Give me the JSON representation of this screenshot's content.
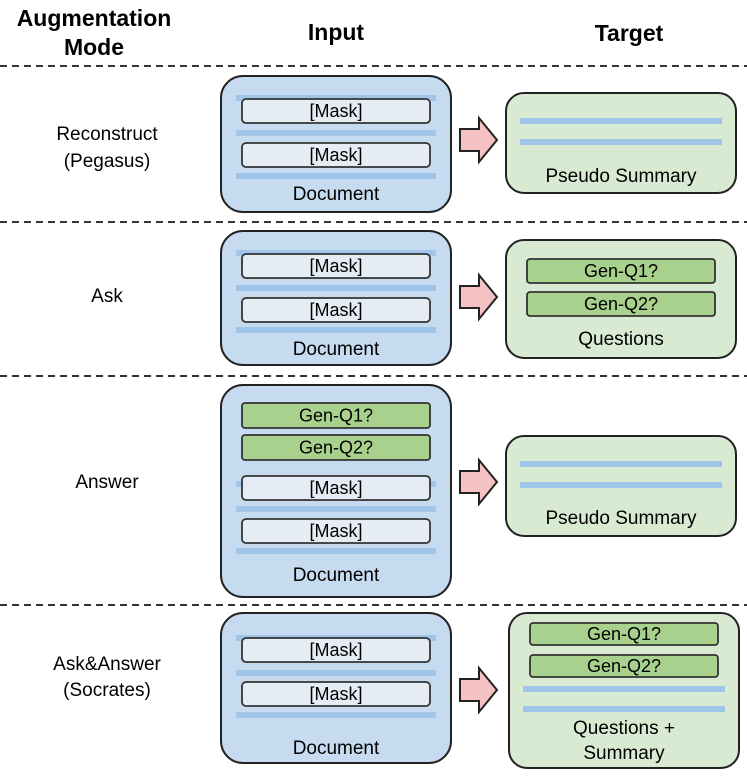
{
  "headers": {
    "mode_line1": "Augmentation",
    "mode_line2": "Mode",
    "input": "Input",
    "target": "Target"
  },
  "rows": [
    {
      "mode_lines": [
        "Reconstruct",
        "(Pegasus)"
      ],
      "input": {
        "question_boxes": [],
        "mask_boxes": [
          "[Mask]",
          "[Mask]"
        ],
        "label": "Document"
      },
      "target": {
        "question_boxes": [],
        "lines": 2,
        "label_lines": [
          "Pseudo Summary"
        ]
      }
    },
    {
      "mode_lines": [
        "Ask"
      ],
      "input": {
        "question_boxes": [],
        "mask_boxes": [
          "[Mask]",
          "[Mask]"
        ],
        "label": "Document"
      },
      "target": {
        "question_boxes": [
          "Gen-Q1?",
          "Gen-Q2?"
        ],
        "lines": 0,
        "label_lines": [
          "Questions"
        ]
      }
    },
    {
      "mode_lines": [
        "Answer"
      ],
      "input": {
        "question_boxes": [
          "Gen-Q1?",
          "Gen-Q2?"
        ],
        "mask_boxes": [
          "[Mask]",
          "[Mask]"
        ],
        "label": "Document"
      },
      "target": {
        "question_boxes": [],
        "lines": 2,
        "label_lines": [
          "Pseudo Summary"
        ]
      }
    },
    {
      "mode_lines": [
        "Ask&Answer",
        "(Socrates)"
      ],
      "input": {
        "question_boxes": [],
        "mask_boxes": [
          "[Mask]",
          "[Mask]"
        ],
        "label": "Document"
      },
      "target": {
        "question_boxes": [
          "Gen-Q1?",
          "Gen-Q2?"
        ],
        "lines": 2,
        "label_lines": [
          "Questions +",
          "Summary"
        ]
      }
    }
  ],
  "colors": {
    "input_fill": "#c7dbf0",
    "target_fill": "#d9ead3",
    "question_fill": "#a9d18e",
    "text_line": "#9fc5e8",
    "mask_fill": "#e6ecf3",
    "arrow_fill": "#f4c2c2"
  }
}
